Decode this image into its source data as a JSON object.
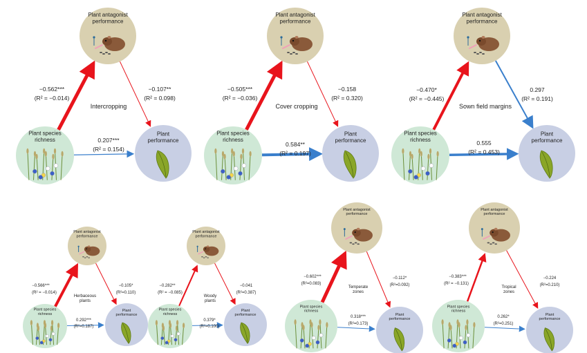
{
  "colors": {
    "antagonist_fill": "#d9d0b0",
    "richness_fill": "#cfe8d6",
    "performance_fill": "#c8cfe4",
    "negative_arrow": "#e8141c",
    "positive_arrow": "#3a7fcc",
    "rodent": "#8a5a3a",
    "leaf": "#8aa628"
  },
  "nodes": {
    "antagonist_label_1": "Plant antagonist",
    "antagonist_label_2": "performance",
    "richness_label_1": "Plant species",
    "richness_label_2": "richness",
    "performance_label_1": "Plant",
    "performance_label_2": "performance"
  },
  "panels": [
    {
      "title_lines": [
        "Intercropping"
      ],
      "left_coef": "−0.562***",
      "left_r2": "(R² = −0.014)",
      "right_coef": "−0.107**",
      "right_r2": "(R² = 0.098)",
      "bottom_coef": "0.207***",
      "bottom_r2": "(R² = 0.154)"
    },
    {
      "title_lines": [
        "Cover cropping"
      ],
      "left_coef": "−0.505***",
      "left_r2": "(R² = −0.036)",
      "right_coef": "−0.158",
      "right_r2": "(R² = 0.320)",
      "bottom_coef": "0.584**",
      "bottom_r2": "(R² = 0.197)"
    },
    {
      "title_lines": [
        "Sown field margins"
      ],
      "left_coef": "−0.470*",
      "left_r2": "(R² = −0.445)",
      "right_coef": "0.297",
      "right_r2": "(R² = 0.191)",
      "bottom_coef": "0.555",
      "bottom_r2": "(R² = 0.453)"
    },
    {
      "title_lines": [
        "Herbaceous",
        "plants"
      ],
      "left_coef": "−0.566***",
      "left_r2": "(R² = −0.014)",
      "right_coef": "−0.105*",
      "right_r2": "(R²=0.110)",
      "bottom_coef": "0.292***",
      "bottom_r2": "(R²=0.187)"
    },
    {
      "title_lines": [
        "Woody",
        "plants"
      ],
      "left_coef": "−0.282**",
      "left_r2": "(R² = −0.085)",
      "right_coef": "−0.041",
      "right_r2": "(R²=0.387)",
      "bottom_coef": "0.379*",
      "bottom_r2": "(R²=0.100)"
    },
    {
      "title_lines": [
        "Temperate",
        "zones"
      ],
      "left_coef": "−0.602***",
      "left_r2": "(R²=0.083)",
      "right_coef": "−0.112*",
      "right_r2": "(R²=0.092)",
      "bottom_coef": "0.318***",
      "bottom_r2": "(R²=0.173)"
    },
    {
      "title_lines": [
        "Tropical",
        "zones"
      ],
      "left_coef": "−0.383***",
      "left_r2": "(R² = −0.131)",
      "right_coef": "−0.224",
      "right_r2": "(R²=0.210)",
      "bottom_coef": "0.262*",
      "bottom_r2": "(R²=0.251)"
    }
  ]
}
